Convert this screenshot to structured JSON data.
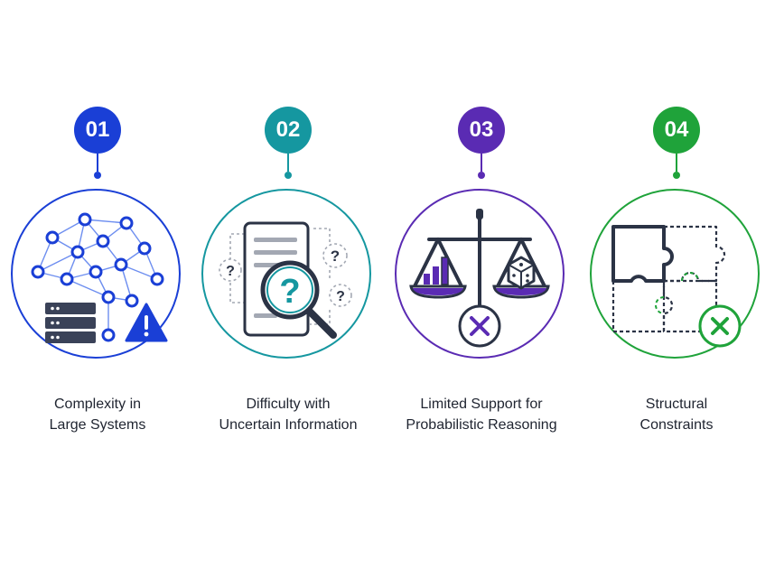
{
  "steps": [
    {
      "number": "01",
      "label_line1": "Complexity in",
      "label_line2": "Large Systems",
      "color": "#1a3fd6",
      "icon": "network-warning-icon"
    },
    {
      "number": "02",
      "label_line1": "Difficulty with",
      "label_line2": "Uncertain Information",
      "color": "#1597a0",
      "icon": "document-magnifier-question-icon"
    },
    {
      "number": "03",
      "label_line1": "Limited Support for",
      "label_line2": "Probabilistic Reasoning",
      "color": "#5a2bb3",
      "icon": "balance-scale-cross-icon"
    },
    {
      "number": "04",
      "label_line1": "Structural",
      "label_line2": "Constraints",
      "color": "#1fa33a",
      "icon": "puzzle-cross-icon"
    }
  ],
  "colors": {
    "text": "#1f2430",
    "icon_dark": "#2b3345",
    "icon_gray": "#a3a8b3"
  }
}
